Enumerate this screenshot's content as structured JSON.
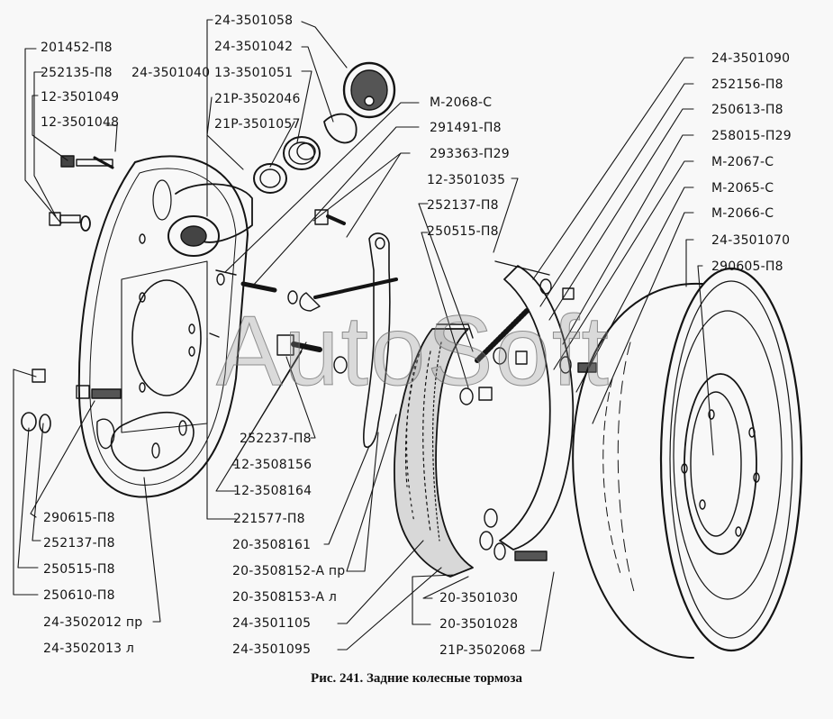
{
  "figure": {
    "caption": "Рис. 241. Задние колесные тормоза",
    "watermark": "AutoSoft",
    "ink_color": "#141414",
    "paper_color": "#f8f8f8"
  },
  "labels": {
    "left_top": [
      "201452-П8",
      "252135-П8",
      "12-3501049",
      "12-3501048"
    ],
    "cylinder_group": {
      "assembly": "24-3501040",
      "parts": [
        "24-3501058",
        "24-3501042",
        "13-3501051",
        "21P-3502046",
        "21P-3501057"
      ]
    },
    "center_top": [
      "M-2068-C",
      "291491-П8",
      "293363-П29",
      "12-3501035",
      "252137-П8",
      "250515-П8"
    ],
    "right": [
      "24-3501090",
      "252156-П8",
      "250613-П8",
      "258015-П29",
      "M-2067-C",
      "M-2065-C",
      "M-2066-C",
      "24-3501070",
      "290605-П8"
    ],
    "left_bottom": [
      "290615-П8",
      "252137-П8",
      "250515-П8",
      "250610-П8",
      "24-3502012 пр",
      "24-3502013 л"
    ],
    "center_bottom": [
      "252237-П8",
      "12-3508156",
      "12-3508164",
      "221577-П8",
      "20-3508161",
      "20-3508152-А пр",
      "20-3508153-А л",
      "24-3501105",
      "24-3501095"
    ],
    "bottom_right": [
      "20-3501030",
      "20-3501028",
      "21P-3502068"
    ]
  }
}
